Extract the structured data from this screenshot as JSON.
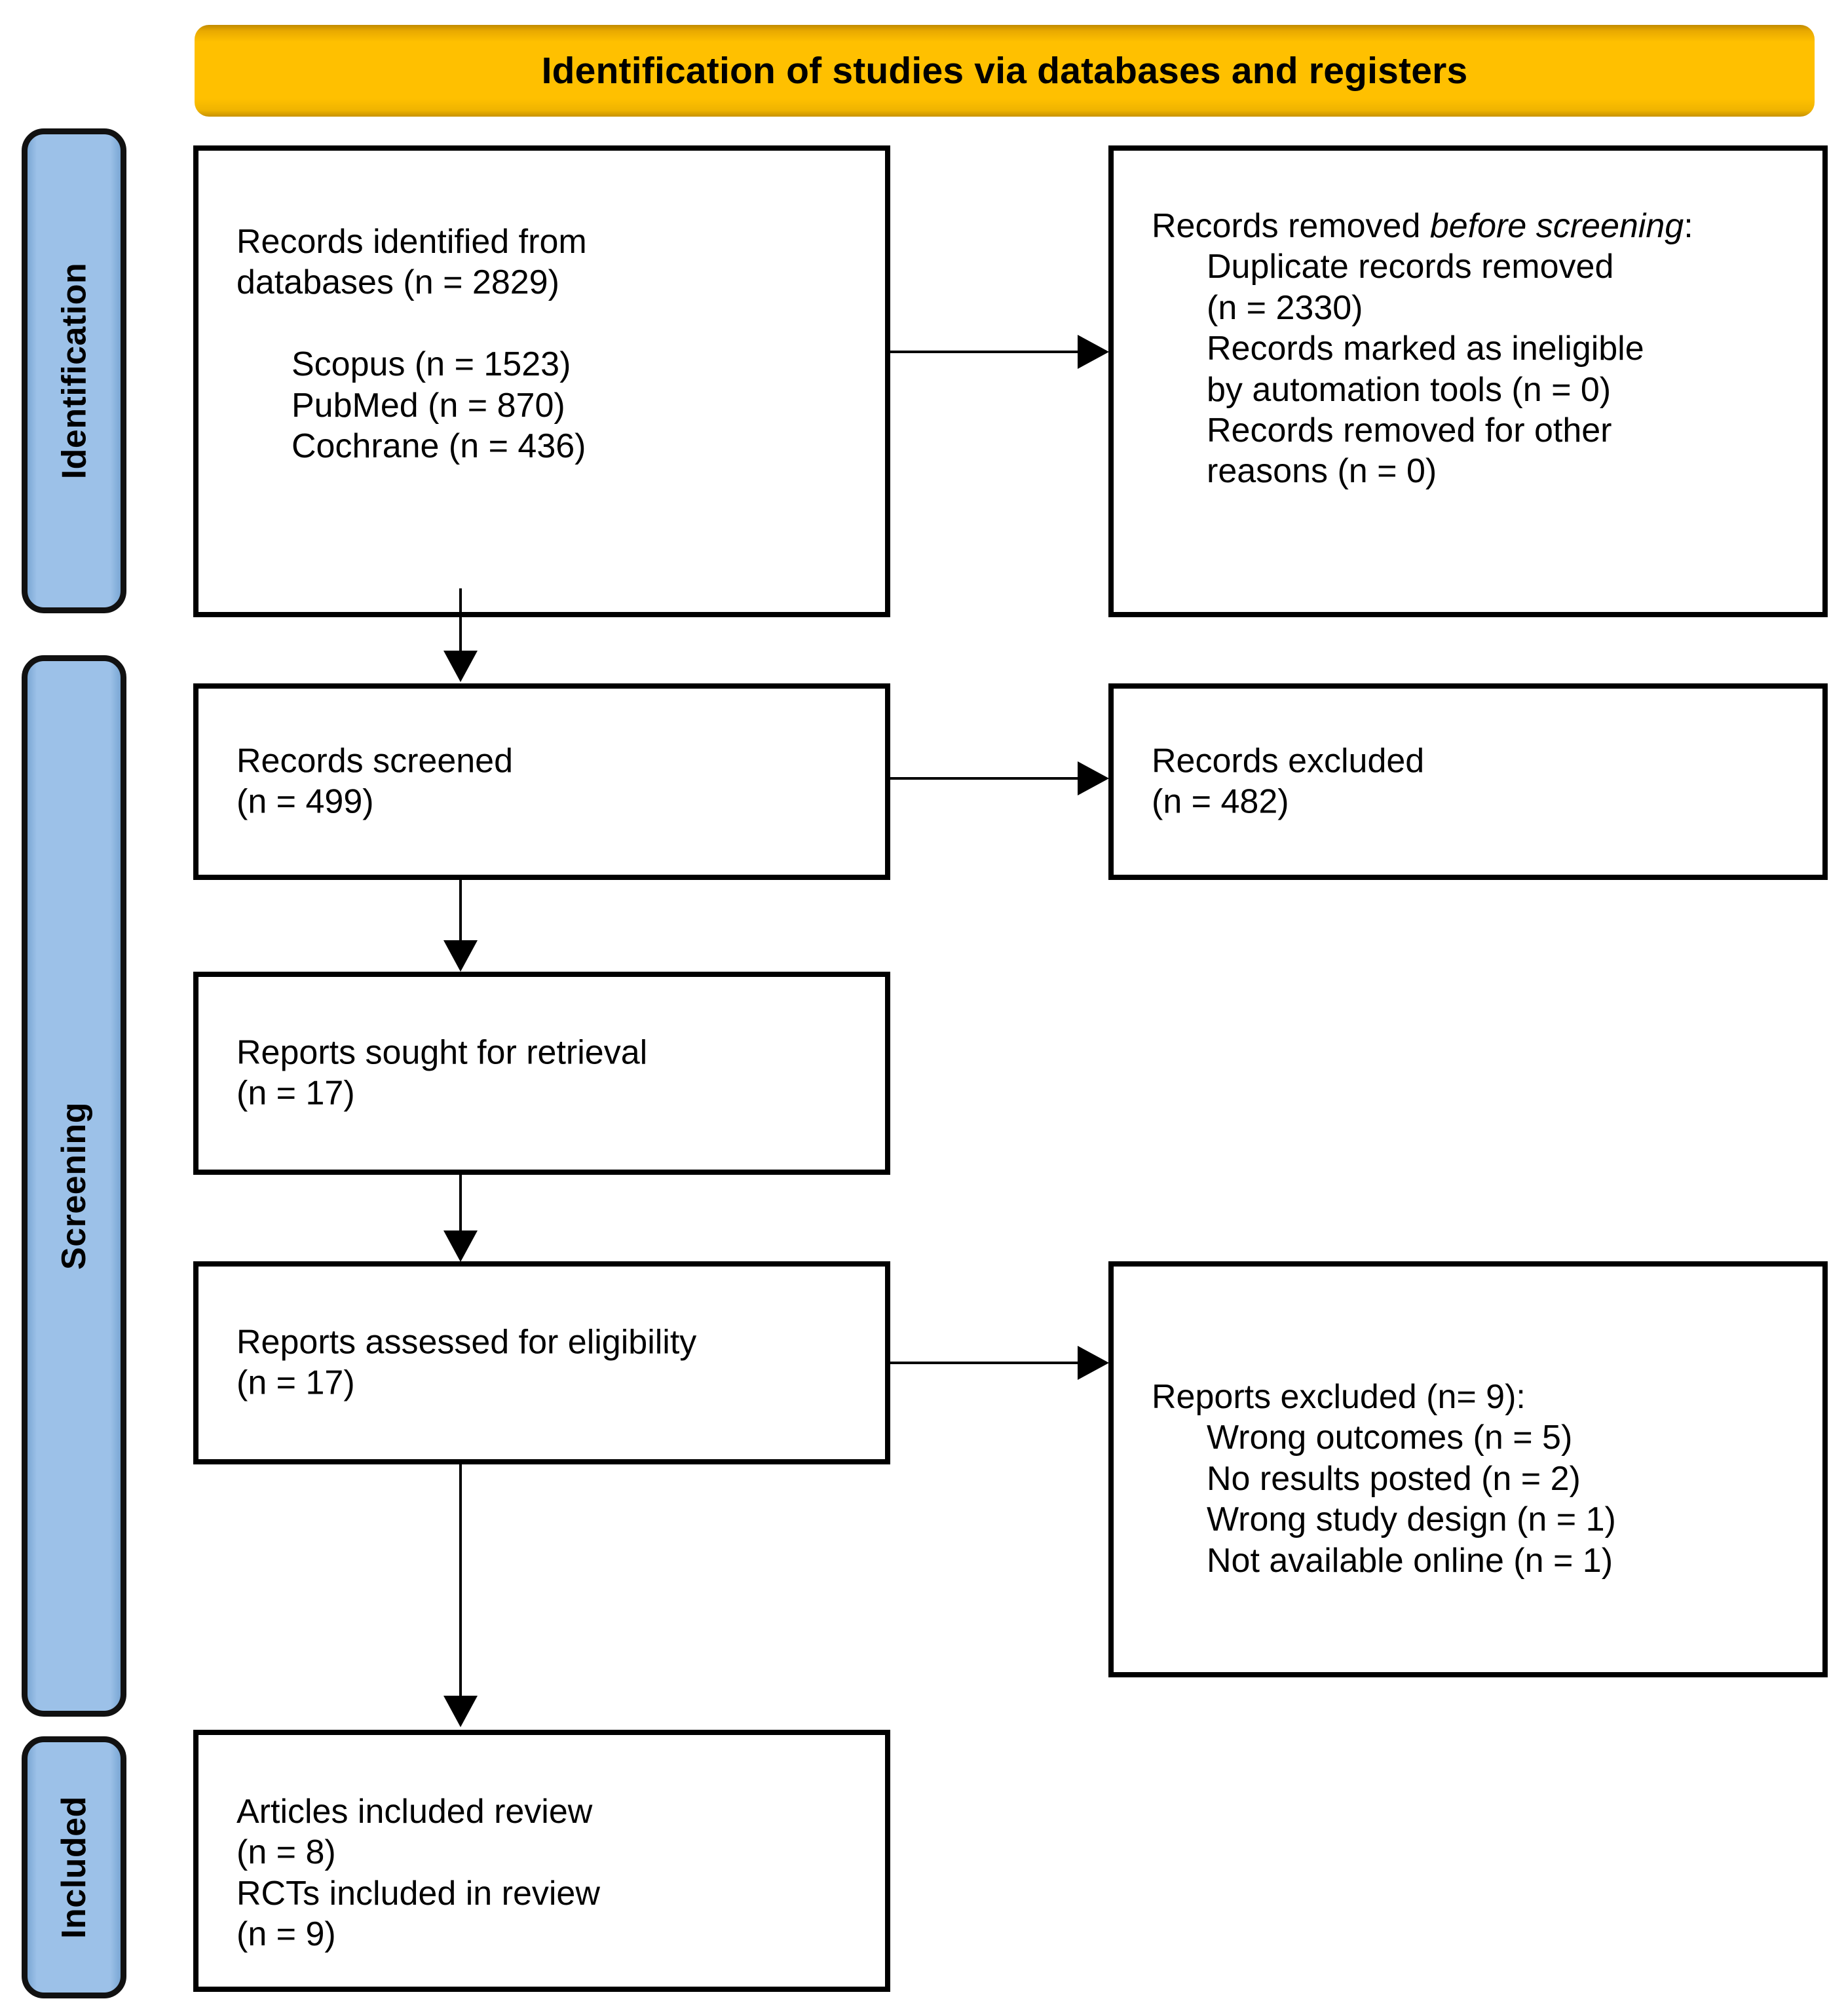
{
  "header": {
    "title": "Identification of studies via databases and registers",
    "background_color": "#FFC000"
  },
  "stages": {
    "identification": "Identification",
    "screening": "Screening",
    "included": "Included",
    "background_color": "#9CC1E8"
  },
  "boxes": {
    "identified": {
      "line1": "Records identified from",
      "line2": "databases (n = 2829)",
      "blank": "",
      "source1": "Scopus (n = 1523)",
      "source2": "PubMed (n = 870)",
      "source3": "Cochrane (n = 436)"
    },
    "removed": {
      "heading_prefix": "Records removed ",
      "heading_italic": "before screening",
      "heading_suffix": ":",
      "item1a": "Duplicate records removed",
      "item1b": "(n = 2330)",
      "item2a": "Records marked as ineligible",
      "item2b": "by automation tools (n = 0)",
      "item3a": "Records removed for other",
      "item3b": "reasons (n = 0)"
    },
    "screened": {
      "line1": "Records screened",
      "line2": "(n = 499)"
    },
    "excluded": {
      "line1": "Records excluded",
      "line2": "(n = 482)"
    },
    "sought": {
      "line1": "Reports sought for retrieval",
      "line2": "(n = 17)"
    },
    "assessed": {
      "line1": "Reports assessed for eligibility",
      "line2": "(n = 17)"
    },
    "reports_excluded": {
      "heading": "Reports excluded (n= 9):",
      "reason1": "Wrong outcomes (n = 5)",
      "reason2": "No results posted (n = 2)",
      "reason3": "Wrong study design (n = 1)",
      "reason4": "Not available online (n = 1)"
    },
    "included": {
      "line1": "Articles included review",
      "line2": "(n = 8)",
      "line3": "RCTs included in review",
      "line4": "(n = 9)"
    }
  },
  "chart_data": {
    "type": "diagram",
    "title": "Identification of studies via databases and registers",
    "nodes": [
      {
        "id": "identified",
        "stage": "Identification",
        "label": "Records identified from databases",
        "n": 2829,
        "breakdown": [
          {
            "source": "Scopus",
            "n": 1523
          },
          {
            "source": "PubMed",
            "n": 870
          },
          {
            "source": "Cochrane",
            "n": 436
          }
        ]
      },
      {
        "id": "removed",
        "stage": "Identification",
        "label": "Records removed before screening",
        "breakdown": [
          {
            "reason": "Duplicate records removed",
            "n": 2330
          },
          {
            "reason": "Records marked as ineligible by automation tools",
            "n": 0
          },
          {
            "reason": "Records removed for other reasons",
            "n": 0
          }
        ]
      },
      {
        "id": "screened",
        "stage": "Screening",
        "label": "Records screened",
        "n": 499
      },
      {
        "id": "excluded",
        "stage": "Screening",
        "label": "Records excluded",
        "n": 482
      },
      {
        "id": "sought",
        "stage": "Screening",
        "label": "Reports sought for retrieval",
        "n": 17
      },
      {
        "id": "assessed",
        "stage": "Screening",
        "label": "Reports assessed for eligibility",
        "n": 17
      },
      {
        "id": "reports_excluded",
        "stage": "Screening",
        "label": "Reports excluded",
        "n": 9,
        "breakdown": [
          {
            "reason": "Wrong outcomes",
            "n": 5
          },
          {
            "reason": "No results posted",
            "n": 2
          },
          {
            "reason": "Wrong study design",
            "n": 1
          },
          {
            "reason": "Not available online",
            "n": 1
          }
        ]
      },
      {
        "id": "included",
        "stage": "Included",
        "label": "Articles included review",
        "n": 8,
        "secondary_label": "RCTs included in review",
        "secondary_n": 9
      }
    ],
    "edges": [
      {
        "from": "identified",
        "to": "removed",
        "direction": "right"
      },
      {
        "from": "identified",
        "to": "screened",
        "direction": "down"
      },
      {
        "from": "screened",
        "to": "excluded",
        "direction": "right"
      },
      {
        "from": "screened",
        "to": "sought",
        "direction": "down"
      },
      {
        "from": "sought",
        "to": "assessed",
        "direction": "down"
      },
      {
        "from": "assessed",
        "to": "reports_excluded",
        "direction": "right"
      },
      {
        "from": "assessed",
        "to": "included",
        "direction": "down"
      }
    ]
  }
}
